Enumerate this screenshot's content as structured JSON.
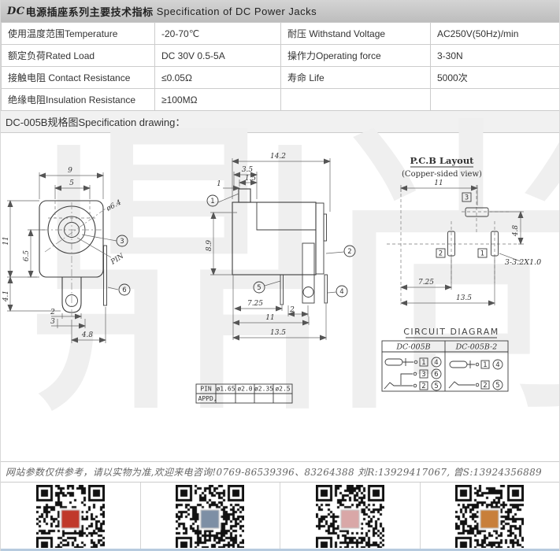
{
  "header": {
    "prefix": "DC",
    "title_cn": "电源插座系列主要技术指标",
    "title_en": " Specification of DC Power Jacks"
  },
  "spec_table": {
    "rows": [
      {
        "l1": "使用温度范围Temperature",
        "v1": "-20-70℃",
        "l2": "耐压 Withstand Voltage",
        "v2": "AC250V(50Hz)/min"
      },
      {
        "l1": "额定负荷Rated Load",
        "v1": "DC 30V 0.5-5A",
        "l2": "操作力Operating force",
        "v2": "3-30N"
      },
      {
        "l1": "接触电阻 Contact Resistance",
        "v1": "≤0.05Ω",
        "l2": "寿命 Life",
        "v2": "5000次"
      },
      {
        "l1": "绝缘电阻Insulation Resistance",
        "v1": "≥100MΩ",
        "l2": "",
        "v2": ""
      }
    ]
  },
  "section": {
    "title": "DC-005B规格图Specification drawing："
  },
  "drawing": {
    "watermark": "鼎尚",
    "front": {
      "w9": "9",
      "w5": "5",
      "dia": "ø6.4",
      "h11": "11",
      "h65": "6.5",
      "h41": "4.1",
      "b2": "2",
      "b3": "3",
      "b48": "4.8",
      "pin_label": "PIN",
      "callout3": "3",
      "callout6": "6"
    },
    "side": {
      "w142": "14.2",
      "w35": "3.5",
      "w15": "1.5",
      "w1": "1",
      "h89": "8.9",
      "b725": "7.25",
      "b2": "2",
      "b11": "11",
      "b135": "13.5",
      "callout1": "1",
      "callout2": "2",
      "callout4": "4",
      "callout5": "5"
    },
    "pcb": {
      "title": "P.C.B Layout",
      "subtitle": "(Copper-sided view)",
      "w11": "11",
      "h48": "4.8",
      "b725": "7.25",
      "b135": "13.5",
      "hole_note": "3-3.2X1.0",
      "pad1": "1",
      "pad2": "2",
      "pad3": "3"
    },
    "circuit": {
      "title": "CIRCUIT DIAGRAM",
      "model1": "DC-005B",
      "model2": "DC-005B-2",
      "m1": {
        "b1": "1",
        "c1": "4",
        "b2": "3",
        "c2": "6",
        "b3": "2",
        "c3": "5"
      },
      "m2": {
        "b1": "1",
        "c1": "4",
        "b2": "2",
        "c2": "5"
      }
    },
    "pin_table": {
      "c1": "PIN",
      "c2": "ø1.65",
      "c3": "ø2.0",
      "c4": "ø2.35",
      "c5": "ø2.5",
      "appd": "APPD,"
    }
  },
  "footer": {
    "note": "网站参数仅供参考，请以实物为准,欢迎来电咨询!0769-86539396、83264388 刘R:13929417067, 曾S:13924356889"
  },
  "qr": {
    "count": 4,
    "logo_colors": [
      "#c0392b",
      "#7d8fa5",
      "#d9a7a7",
      "#c87f3a"
    ],
    "strip_color": "#b7cbdf"
  },
  "colors": {
    "header_bg": "#c8c8c8",
    "border": "#cccccc",
    "line": "#3c3c3c"
  }
}
